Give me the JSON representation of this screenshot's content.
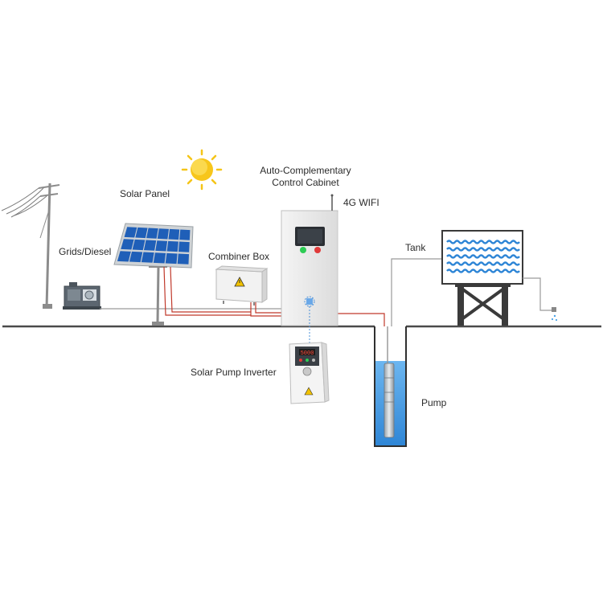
{
  "labels": {
    "solar_panel": "Solar Panel",
    "grids_diesel": "Grids/Diesel",
    "combiner_box": "Combiner Box",
    "cabinet_line1": "Auto-Complementary",
    "cabinet_line2": "Control Cabinet",
    "wifi": "4G WIFI",
    "tank": "Tank",
    "inverter": "Solar Pump Inverter",
    "pump": "Pump"
  },
  "inverter_display": "5000",
  "colors": {
    "ground": "#4a4a4a",
    "cable_red": "#c0392b",
    "cable_grey": "#9a9a9a",
    "panel_blue": "#1f5fb8",
    "cabinet": "#ececec",
    "water": "#2f86d6",
    "tank_frame": "#3a3a3a",
    "sun": "#f5c518",
    "button_green": "#2ecc55",
    "button_red": "#e03a3a"
  },
  "icons": [
    "sun-icon",
    "warning-icon",
    "antenna-icon",
    "water-drop-icon"
  ]
}
